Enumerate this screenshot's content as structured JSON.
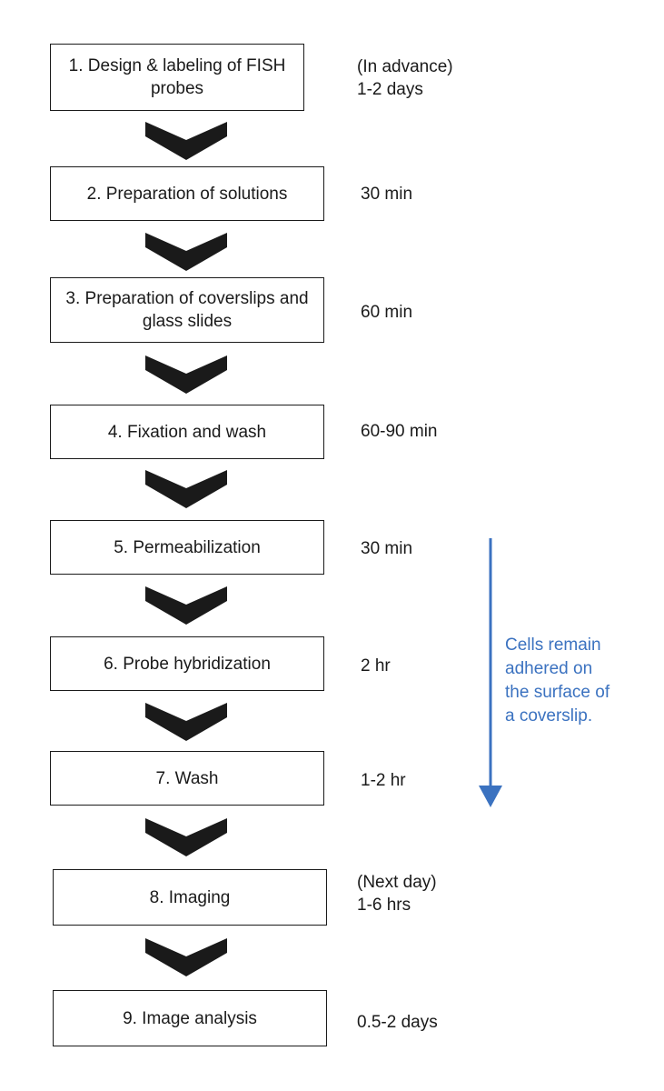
{
  "steps": [
    {
      "label": "1. Design & labeling of FISH probes",
      "time": "(In advance)\n1-2 days"
    },
    {
      "label": "2. Preparation of solutions",
      "time": "30 min"
    },
    {
      "label": "3. Preparation of coverslips and glass slides",
      "time": "60 min"
    },
    {
      "label": "4. Fixation and wash",
      "time": "60-90 min"
    },
    {
      "label": "5. Permeabilization",
      "time": "30 min"
    },
    {
      "label": "6. Probe hybridization",
      "time": "2 hr"
    },
    {
      "label": "7. Wash",
      "time": "1-2 hr"
    },
    {
      "label": "8. Imaging",
      "time": "(Next day)\n1-6 hrs"
    },
    {
      "label": "9. Image analysis",
      "time": "0.5-2 days"
    }
  ],
  "note": {
    "text": "Cells remain\nadhered on\nthe surface of\na coverslip.",
    "color": "#3b72c0"
  },
  "colors": {
    "box_border": "#1a1a1a",
    "chevron": "#1a1a1a",
    "arrow": "#3b72c0"
  }
}
